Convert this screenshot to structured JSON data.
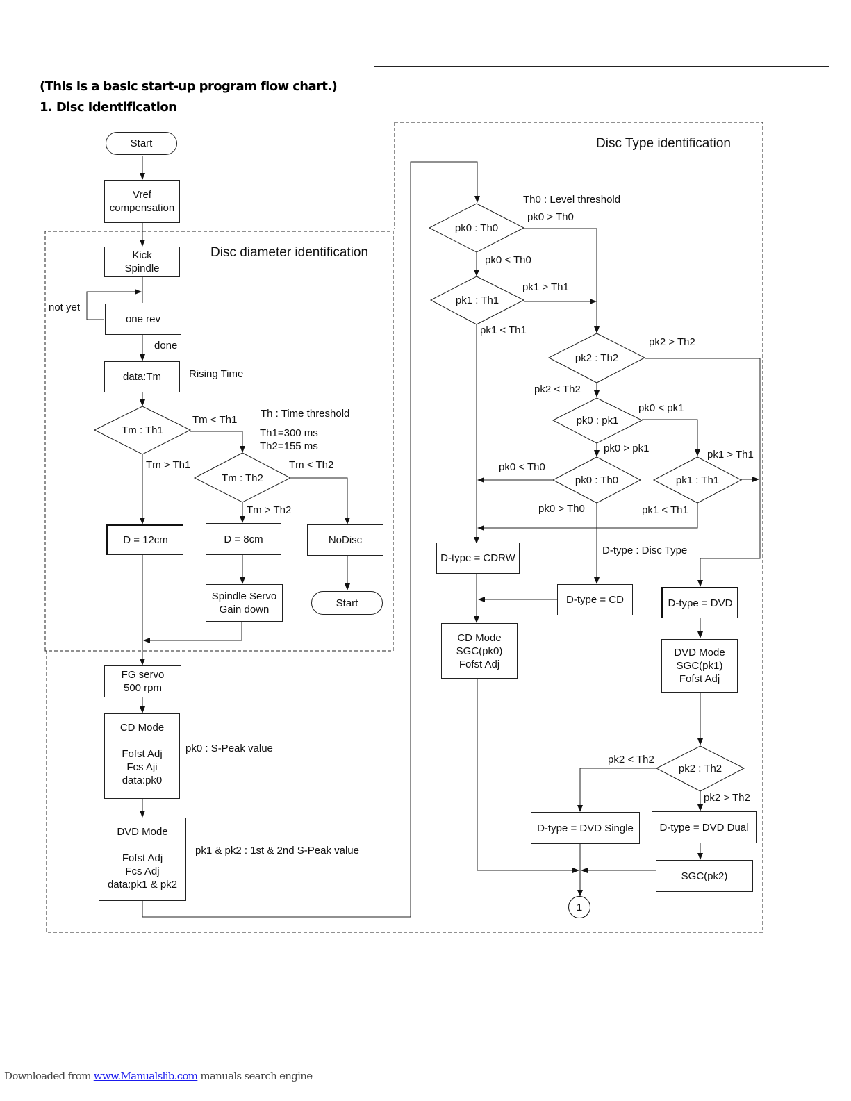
{
  "heading": {
    "line1": "(This is a basic start-up program flow chart.)",
    "line2": "1. Disc Identification"
  },
  "regions": {
    "disc_type": "Disc Type identification",
    "disc_diameter": "Disc diameter identification"
  },
  "left_chain": {
    "start": "Start",
    "vref": "Vref\ncompensation",
    "kick": "Kick\nSpindle",
    "one_rev": "one rev",
    "not_yet": "not yet",
    "done": "done",
    "data_tm": "data:Tm",
    "rising_time": "Rising Time",
    "tm_th1": "Tm : Th1",
    "tm_lt_th1": "Tm < Th1",
    "tm_gt_th1": "Tm > Th1",
    "th_note": "Th : Time threshold",
    "th1_val": "Th1=300 ms",
    "th2_val": "Th2=155 ms",
    "tm_th2": "Tm : Th2",
    "tm_lt_th2": "Tm < Th2",
    "tm_gt_th2": "Tm > Th2",
    "d12": "D = 12cm",
    "d8": "D = 8cm",
    "nodisc": "NoDisc",
    "start2": "Start",
    "spindle_servo": "Spindle Servo\nGain down",
    "fg_servo": "FG servo\n500 rpm",
    "cd_mode": "CD Mode\n\nFofst Adj\nFcs Aji\ndata:pk0",
    "pk0_note": "pk0 : S-Peak value",
    "dvd_mode": "DVD Mode\n\nFofst Adj\nFcs Adj\ndata:pk1 & pk2",
    "pk12_note": "pk1 & pk2 : 1st & 2nd S-Peak value"
  },
  "right_chain": {
    "th0_note": "Th0 : Level threshold",
    "pk0_th0": "pk0 : Th0",
    "pk0_gt_th0": "pk0 > Th0",
    "pk0_lt_th0": "pk0 < Th0",
    "pk1_th1": "pk1 : Th1",
    "pk1_gt_th1": "pk1 > Th1",
    "pk1_lt_th1": "pk1 < Th1",
    "pk2_th2": "pk2 : Th2",
    "pk2_gt_th2": "pk2 > Th2",
    "pk2_lt_th2": "pk2 < Th2",
    "pk0_pk1": "pk0 : pk1",
    "pk0_lt_pk1": "pk0 < pk1",
    "pk0_gt_pk1": "pk0 > pk1",
    "pk0_th0_b": "pk0 : Th0",
    "pk0_lt_th0_b": "pk0 < Th0",
    "pk0_gt_th0_b": "pk0 > Th0",
    "pk1_th1_b": "pk1 : Th1",
    "pk1_gt_th1_b": "pk1 > Th1",
    "pk1_lt_th1_b": "pk1 < Th1",
    "dtype_cdrw": "D-type = CDRW",
    "dtype_note": "D-type : Disc Type",
    "dtype_cd": "D-type = CD",
    "dtype_dvd": "D-type = DVD",
    "cd_mode": "CD Mode\nSGC(pk0)\nFofst Adj",
    "dvd_mode": "DVD Mode\nSGC(pk1)\nFofst Adj",
    "pk2_th2_b": "pk2 : Th2",
    "pk2_lt_th2_b": "pk2 < Th2",
    "pk2_gt_th2_b": "pk2 > Th2",
    "dvd_single": "D-type = DVD Single",
    "dvd_dual": "D-type = DVD Dual",
    "sgc_pk2": "SGC(pk2)",
    "connector": "1"
  },
  "footer": {
    "prefix": "Downloaded from ",
    "link": "www.Manualslib.com",
    "suffix": "  manuals search engine"
  }
}
